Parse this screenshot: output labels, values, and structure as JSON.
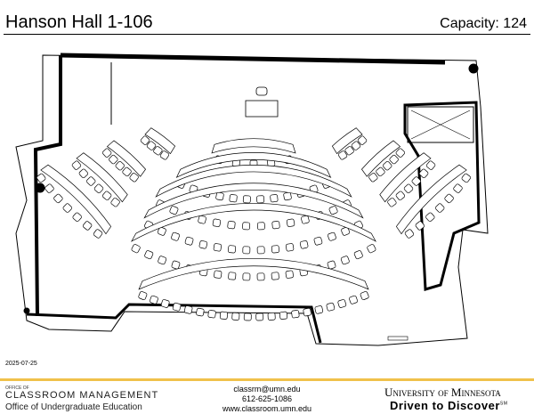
{
  "header": {
    "room": "Hanson Hall 1-106",
    "capacity": "Capacity: 124"
  },
  "date": "2025-07-25",
  "footer": {
    "office_of": "OFFICE OF",
    "classroom_management": "CLASSROOM MANAGEMENT",
    "office_ue": "Office of Undergraduate Education",
    "email": "classrm@umn.edu",
    "phone": "612-625-1086",
    "website": "www.classroom.umn.edu",
    "university": "University of Minnesota",
    "tagline": "Driven to Discover",
    "tagline_mark": "SM"
  },
  "colors": {
    "accent": "#f0c14b"
  }
}
